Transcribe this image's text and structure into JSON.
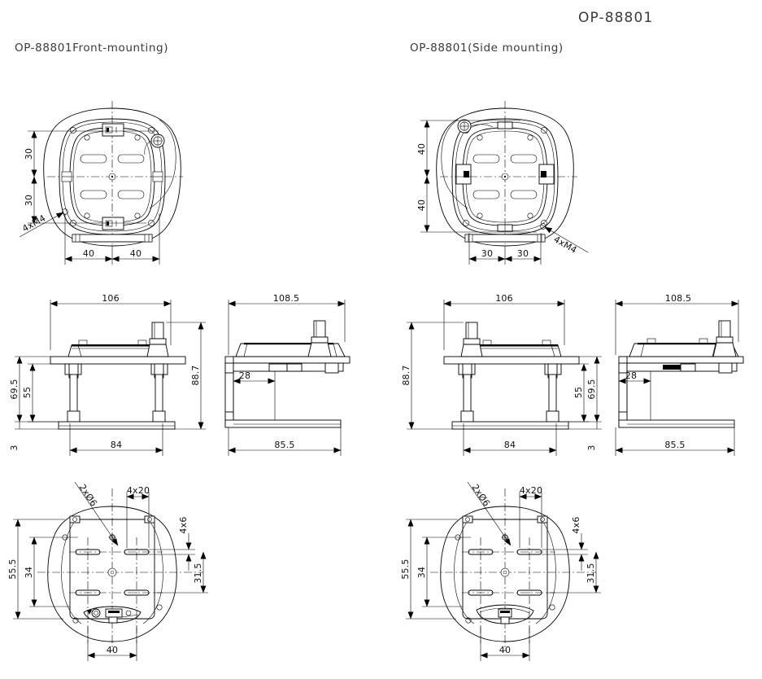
{
  "sheet": {
    "part_number": "OP-88801",
    "captions": {
      "left": "OP-88801Front-mounting)",
      "right": "OP-88801(Side mounting)"
    }
  },
  "views": {
    "top_left": {
      "name": "front-mounting-plan-view",
      "dimensions": {
        "vert_upper": "30",
        "vert_lower": "30",
        "horiz_left": "40",
        "horiz_right": "40",
        "thread_callout": "4xM4"
      }
    },
    "top_right": {
      "name": "side-mounting-plan-view",
      "dimensions": {
        "vert_upper": "40",
        "vert_lower": "40",
        "horiz_left": "30",
        "horiz_right": "30",
        "thread_callout": "4xM4"
      }
    },
    "mid_left": {
      "name": "front-mounting-front-elevation",
      "dimensions": {
        "width_top": "106",
        "height_overall": "88.7",
        "height_leg": "69.5",
        "height_inner": "55",
        "height_base": "3",
        "width_base": "84"
      }
    },
    "mid_center": {
      "name": "front-mounting-side-elevation",
      "dimensions": {
        "width_top": "108.5",
        "depth_inner": "28",
        "width_base": "85.5"
      }
    },
    "mid_right": {
      "name": "side-mounting-front-elevation",
      "dimensions": {
        "width_top": "106",
        "height_overall": "88.7",
        "height_leg": "69.5",
        "height_inner": "55",
        "height_base": "3",
        "width_base": "84"
      }
    },
    "mid_far_right": {
      "name": "side-mounting-side-elevation",
      "dimensions": {
        "width_top": "108.5",
        "depth_inner": "28",
        "width_base": "85.5"
      }
    },
    "bottom_left": {
      "name": "front-mounting-bottom-view",
      "dimensions": {
        "vert_outer": "55.5",
        "vert_inner": "34",
        "hole_callout": "2xØ6",
        "slot_len": "4x20",
        "slot_wid": "4x6",
        "vert_right": "31.5",
        "horiz_bottom": "40"
      }
    },
    "bottom_right": {
      "name": "side-mounting-bottom-view",
      "dimensions": {
        "vert_outer": "55.5",
        "vert_inner": "34",
        "hole_callout": "2xØ6",
        "slot_len": "4x20",
        "slot_wid": "4x6",
        "vert_right": "31.5",
        "horiz_bottom": "40"
      }
    }
  },
  "colors": {
    "line": "#000000",
    "text_heading": "#3a3a3a",
    "text_dim": "#111111",
    "background": "#ffffff"
  }
}
